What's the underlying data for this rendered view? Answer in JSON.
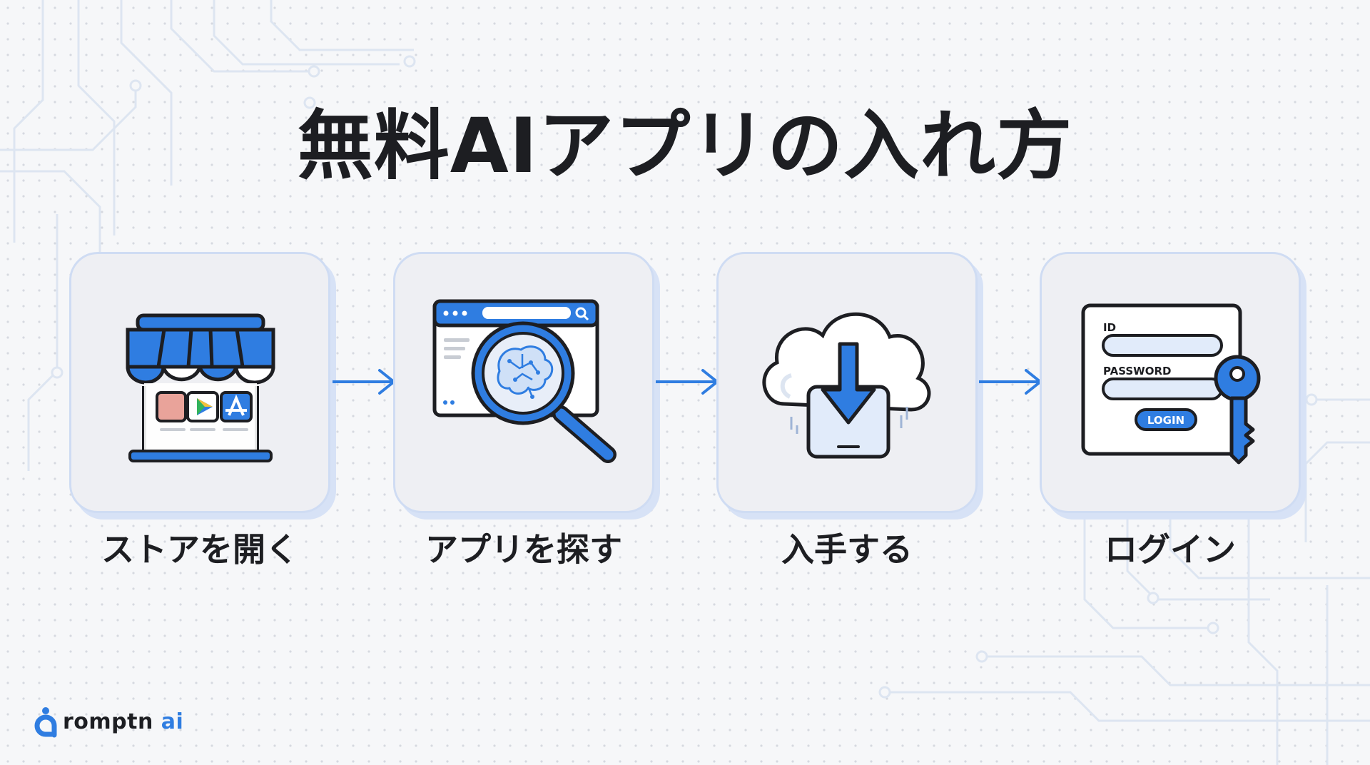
{
  "title": "無料AIアプリの入れ方",
  "steps": [
    {
      "label": "ストアを開く",
      "icon": "store-icon"
    },
    {
      "label": "アプリを探す",
      "icon": "search-app-icon"
    },
    {
      "label": "入手する",
      "icon": "cloud-download-icon"
    },
    {
      "label": "ログイン",
      "icon": "login-key-icon"
    }
  ],
  "login_form": {
    "id_label": "ID",
    "password_label": "PASSWORD",
    "button_label": "LOGIN"
  },
  "brand": {
    "name": "romptn",
    "suffix": "ai"
  },
  "colors": {
    "accent": "#2f7de1",
    "dark": "#1d1e22",
    "card_bg": "#eeeff3",
    "card_border": "#cfdcf3"
  }
}
